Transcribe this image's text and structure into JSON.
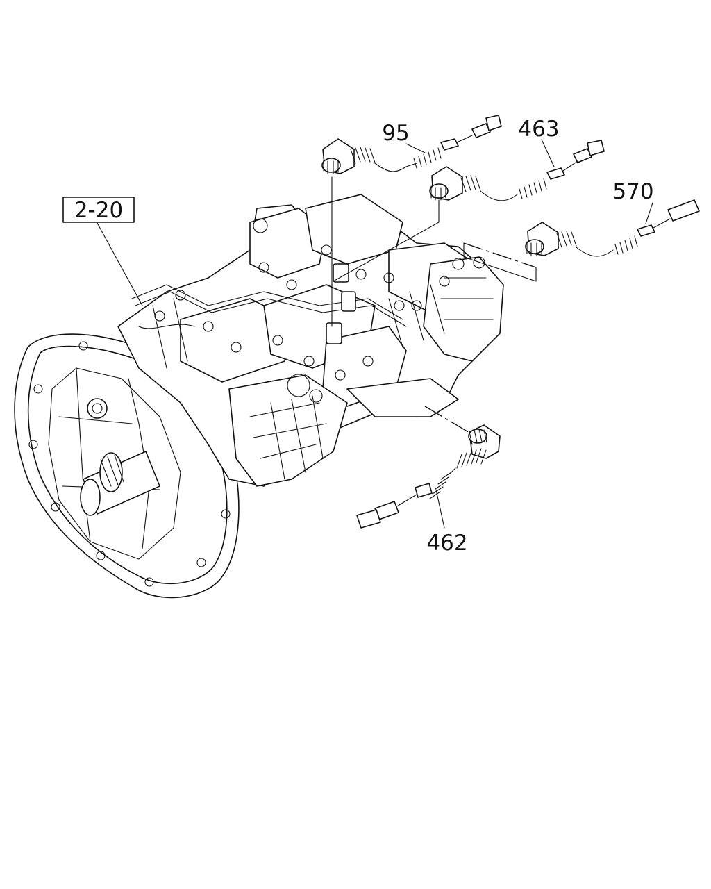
{
  "figure": {
    "reference_box": "2-20",
    "callouts": {
      "c95": "95",
      "c463": "463",
      "c570": "570",
      "c462": "462"
    }
  }
}
